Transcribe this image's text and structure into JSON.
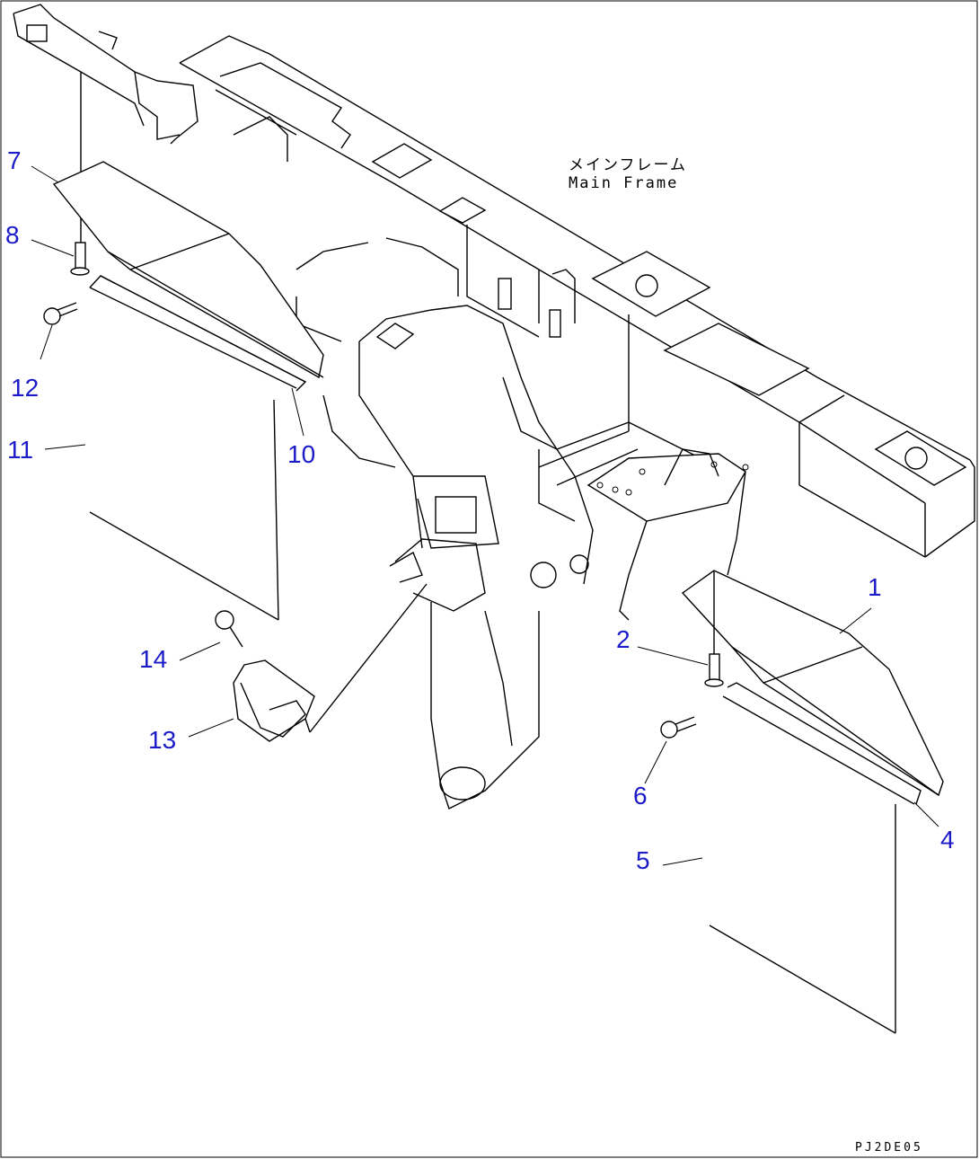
{
  "frame_label": {
    "jp": "メインフレーム",
    "en": "Main Frame"
  },
  "drawing_code": "PJ2DE05",
  "callouts": [
    "1",
    "2",
    "4",
    "5",
    "6",
    "7",
    "8",
    "10",
    "11",
    "12",
    "13",
    "14"
  ]
}
